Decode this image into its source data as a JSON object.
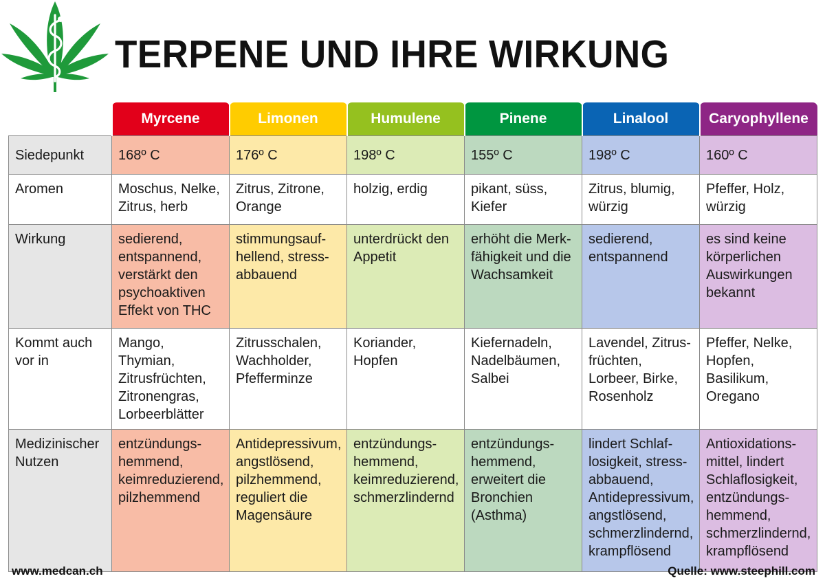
{
  "title": "TERPENE UND IHRE WIRKUNG",
  "logo_icon": "cannabis-leaf-caduceus-icon",
  "colors": {
    "logo_green": "#1f9a3a",
    "header": [
      "#e2001a",
      "#ffcc00",
      "#95c11f",
      "#009640",
      "#0a64b4",
      "#8e2585"
    ],
    "tint_strong": [
      "#f8bca6",
      "#fde9a8",
      "#dcebb6",
      "#bcd9bf",
      "#b7c7ea",
      "#dcbde2"
    ],
    "tint_light": [
      "#fbd9cf",
      "#fef3cc",
      "#ecf4d9",
      "#dceee0",
      "#dae3f5",
      "#eedfee"
    ]
  },
  "terpenes": [
    "Myrcene",
    "Limonen",
    "Humulene",
    "Pinene",
    "Linalool",
    "Caryophyllene"
  ],
  "rows": [
    {
      "label": "Siedepunkt",
      "tinted": true,
      "values": [
        "168º C",
        "176º C",
        "198º C",
        "155º C",
        "198º C",
        "160º C"
      ]
    },
    {
      "label": "Aromen",
      "tinted": false,
      "values": [
        "Moschus, Nelke, Zitrus, herb",
        "Zitrus, Zitrone, Orange",
        "holzig, erdig",
        "pikant, süss, Kiefer",
        "Zitrus, blumig, würzig",
        "Pfeffer, Holz, würzig"
      ]
    },
    {
      "label": "Wirkung",
      "tinted": true,
      "values": [
        "sedierend, entspannend, verstärkt den psychoaktiven Effekt von THC",
        "stimmungsauf­hellend, stress­abbauend",
        "unterdrückt den Appetit",
        "erhöht die Merk­fähigkeit und die Wachsamkeit",
        "sedierend, entspannend",
        "es sind keine körperlichen Auswirkungen bekannt"
      ]
    },
    {
      "label": "Kommt auch vor in",
      "tinted": false,
      "values": [
        "Mango, Thymian, Zitrusfrüchten, Zitronengras, Lorbeerblätter",
        "Zitrusschalen, Wachholder, Pfefferminze",
        "Koriander, Hopfen",
        "Kiefernadeln, Nadelbäumen, Salbei",
        "Lavendel, Zitrus­früchten, Lorbeer, Birke, Rosenholz",
        "Pfeffer, Nelke, Hopfen, Basilikum, Oregano"
      ]
    },
    {
      "label": "Medizinischer Nutzen",
      "tinted": true,
      "values": [
        "entzündungs­hemmend, keimreduzierend, pilzhemmend",
        "Antidepressivum, angstlösend, pilzhemmend, reguliert die Magensäure",
        "entzündungs­hemmend, keimreduzierend, schmerzlindernd",
        "entzündungs­hemmend, erweitert die Bronchien (Asthma)",
        "lindert Schlaf­losigkeit, stress­abbauend, Antidepressivum, angstlösend, schmerzlindernd, krampflösend",
        "Antioxidations­mittel, lindert Schlaflosigkeit, entzündungs­hemmend, schmerzlindernd, krampflösend"
      ]
    }
  ],
  "footer": {
    "left": "www.medcan.ch",
    "right": "Quelle: www.steephill.com"
  }
}
